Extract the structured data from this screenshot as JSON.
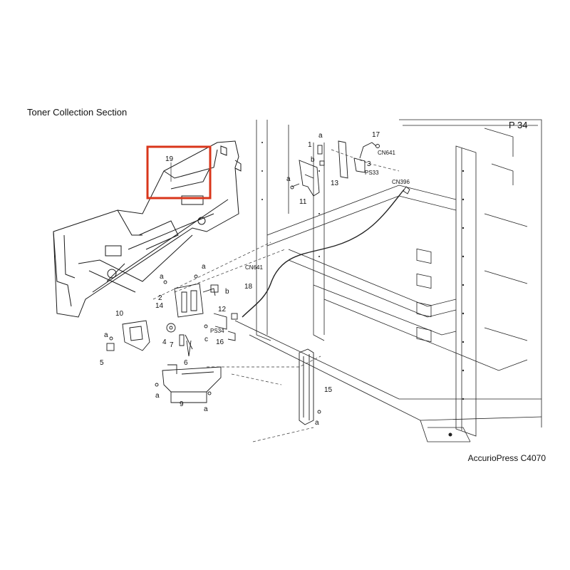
{
  "header": {
    "section_title": "Toner Collection Section",
    "page_number": "P 34"
  },
  "footer": {
    "model": "AccurioPress C4070"
  },
  "colors": {
    "highlight": "#d9361b",
    "line": "#1a1a1a"
  },
  "callouts": {
    "n1": "1",
    "n2": "2",
    "n3": "3",
    "n4": "4",
    "n5": "5",
    "n6": "6",
    "n7": "7",
    "n9": "9",
    "n10": "10",
    "n11": "11",
    "n12": "12",
    "n13": "13",
    "n14": "14",
    "n15": "15",
    "n16": "16",
    "n17": "17",
    "n18": "18",
    "n19": "19",
    "a": "a",
    "b": "b",
    "c": "c"
  },
  "connectors": {
    "cn641": "CN641",
    "cn396": "CN396",
    "ps33": "PS33",
    "ps34": "PS34"
  }
}
